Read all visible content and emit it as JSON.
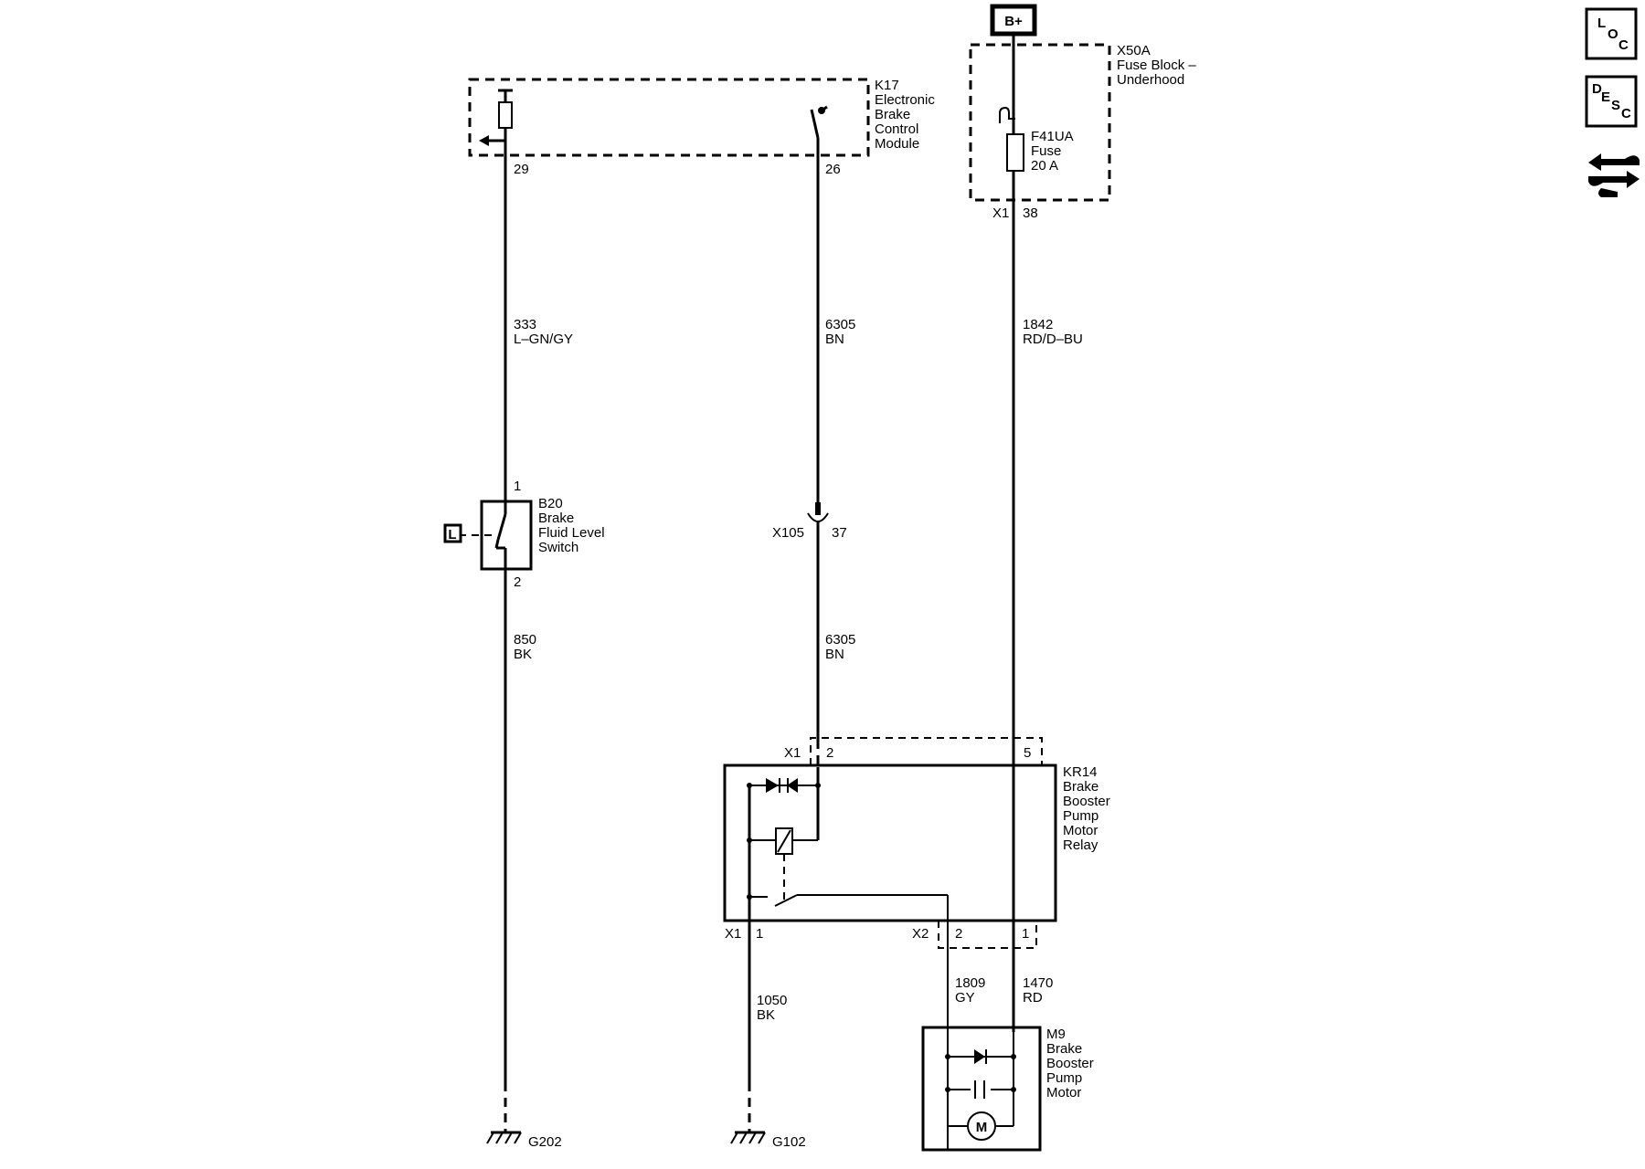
{
  "power": {
    "b_plus": "B+"
  },
  "fuse_block": {
    "id": "X50A",
    "name_l1": "Fuse Block –",
    "name_l2": "Underhood",
    "fuse_id": "F41UA",
    "fuse_name": "Fuse",
    "fuse_rating": "20 A",
    "connector": "X1",
    "pin": "38"
  },
  "ebcm": {
    "id": "K17",
    "name_l1": "Electronic",
    "name_l2": "Brake",
    "name_l3": "Control",
    "name_l4": "Module",
    "pin_left": "29",
    "pin_mid": "26"
  },
  "wires": {
    "w333": {
      "circuit": "333",
      "color": "L–GN/GY"
    },
    "w6305_top": {
      "circuit": "6305",
      "color": "BN"
    },
    "w1842": {
      "circuit": "1842",
      "color": "RD/D–BU"
    },
    "w850": {
      "circuit": "850",
      "color": "BK"
    },
    "w6305_bot": {
      "circuit": "6305",
      "color": "BN"
    },
    "w1050": {
      "circuit": "1050",
      "color": "BK"
    },
    "w1809": {
      "circuit": "1809",
      "color": "GY"
    },
    "w1470": {
      "circuit": "1470",
      "color": "RD"
    }
  },
  "fluid_switch": {
    "id": "B20",
    "name_l1": "Brake",
    "name_l2": "Fluid Level",
    "name_l3": "Switch",
    "pin_top": "1",
    "pin_bottom": "2",
    "loc_tag": "L"
  },
  "inline_connector": {
    "id": "X105",
    "pin": "37"
  },
  "relay": {
    "id": "KR14",
    "name_l1": "Brake",
    "name_l2": "Booster",
    "name_l3": "Pump",
    "name_l4": "Motor",
    "name_l5": "Relay",
    "top_connector": "X1",
    "top_pin_a": "2",
    "top_pin_b": "5",
    "bottom_connector_1": "X1",
    "bottom_pin_1": "1",
    "bottom_connector_2": "X2",
    "bottom_pin_2a": "2",
    "bottom_pin_2b": "1"
  },
  "motor": {
    "id": "M9",
    "name_l1": "Brake",
    "name_l2": "Booster",
    "name_l3": "Pump",
    "name_l4": "Motor",
    "symbol": "M"
  },
  "grounds": {
    "g202": "G202",
    "g102": "G102"
  },
  "nav": {
    "loc": {
      "l1": "L",
      "l2": "O",
      "l3": "C"
    },
    "desc": {
      "l1": "D",
      "l2": "E",
      "l3": "S",
      "l4": "C"
    },
    "flow_icon": "connector-flow-icon"
  }
}
